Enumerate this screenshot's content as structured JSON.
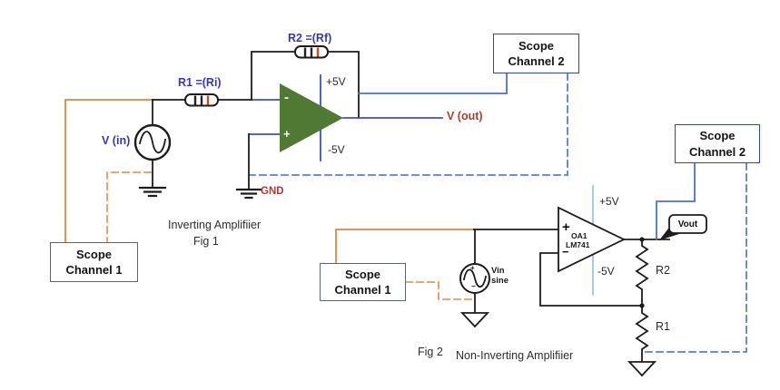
{
  "fig1": {
    "caption": "Inverting Amplifiier",
    "fig_label": "Fig 1",
    "scope1": {
      "line1": "Scope",
      "line2": "Channel 1"
    },
    "scope2": {
      "line1": "Scope",
      "line2": "Channel 2"
    },
    "vin_label": "V (in)",
    "r1_label": "R1 =(Ri)",
    "r2_label": "R2 =(Rf)",
    "supply_pos": "+5V",
    "supply_neg": "-5V",
    "vout_label": "V (out)",
    "gnd_label": "GND",
    "opamp": {
      "inverting_input": "-",
      "noninverting_input": "+"
    }
  },
  "fig2": {
    "caption": "Non-Inverting Amplifiier",
    "fig_label": "Fig 2",
    "scope1": {
      "line1": "Scope",
      "line2": "Channel 1"
    },
    "scope2": {
      "line1": "Scope",
      "line2": "Channel 2"
    },
    "opamp": {
      "name": "OA1",
      "part": "LM741",
      "noninverting_input": "+",
      "inverting_input": "−"
    },
    "supply_pos": "+5V",
    "supply_neg": "-5V",
    "source": {
      "label_line1": "Vin",
      "label_line2": "sine",
      "plus": "+",
      "minus": "−"
    },
    "vout_tag": "Vout",
    "r2_label": "R2",
    "r1_label": "R1"
  },
  "colors": {
    "wire_black": "#1c1c1c",
    "wire_orange": "#de8540",
    "wire_orange_dashed": "#e6995f",
    "wire_blue_scope": "#4a72c4",
    "wire_blue_scope_dashed": "#5b80c8",
    "rail_fig1": "#3e4fc4",
    "rail_fig2": "#8fc0dc",
    "opamp_green": "#507a33",
    "label_blue": "#3539b0",
    "label_red": "#b03a30",
    "box_gray": "#5a6670",
    "box_navy": "#2e4b94",
    "resistor_band_dark": "#222222",
    "resistor_band_orange": "#c84a1e"
  }
}
